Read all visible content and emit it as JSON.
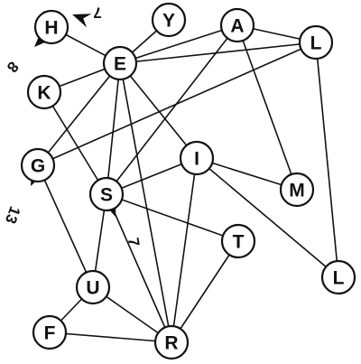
{
  "graph": {
    "nodes": [
      {
        "id": "H",
        "label": "H"
      },
      {
        "id": "Y",
        "label": "Y"
      },
      {
        "id": "A",
        "label": "A"
      },
      {
        "id": "L1",
        "label": "L"
      },
      {
        "id": "E",
        "label": "E"
      },
      {
        "id": "K",
        "label": "K"
      },
      {
        "id": "G",
        "label": "G"
      },
      {
        "id": "I",
        "label": "I"
      },
      {
        "id": "M",
        "label": "M"
      },
      {
        "id": "S",
        "label": "S"
      },
      {
        "id": "T",
        "label": "T"
      },
      {
        "id": "L2",
        "label": "L"
      },
      {
        "id": "U",
        "label": "U"
      },
      {
        "id": "F",
        "label": "F"
      },
      {
        "id": "R",
        "label": "R"
      }
    ],
    "edges": [
      [
        "H",
        "E"
      ],
      [
        "Y",
        "E"
      ],
      [
        "A",
        "E"
      ],
      [
        "A",
        "L1"
      ],
      [
        "E",
        "L1"
      ],
      [
        "A",
        "S"
      ],
      [
        "A",
        "M"
      ],
      [
        "E",
        "K"
      ],
      [
        "E",
        "G"
      ],
      [
        "E",
        "S"
      ],
      [
        "E",
        "I"
      ],
      [
        "E",
        "R"
      ],
      [
        "K",
        "S"
      ],
      [
        "G",
        "L1"
      ],
      [
        "G",
        "U"
      ],
      [
        "L1",
        "L2"
      ],
      [
        "I",
        "S"
      ],
      [
        "I",
        "M"
      ],
      [
        "I",
        "L2"
      ],
      [
        "I",
        "R"
      ],
      [
        "S",
        "T"
      ],
      [
        "S",
        "U"
      ],
      [
        "S",
        "R"
      ],
      [
        "T",
        "R"
      ],
      [
        "U",
        "F"
      ],
      [
        "U",
        "R"
      ],
      [
        "F",
        "R"
      ]
    ],
    "weight_markers": [
      {
        "id": "w7-top",
        "label": "7",
        "target": "H"
      },
      {
        "id": "w8",
        "label": "8",
        "target": "H"
      },
      {
        "id": "w13",
        "label": "13",
        "target": "G"
      },
      {
        "id": "w7-s",
        "label": "7",
        "target": "S"
      }
    ]
  }
}
